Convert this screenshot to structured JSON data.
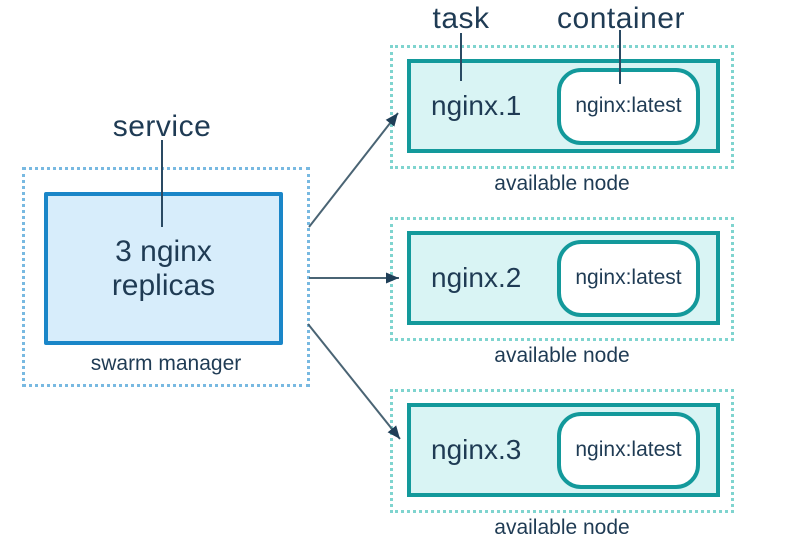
{
  "diagram": {
    "labels": {
      "service": "service",
      "task": "task",
      "container": "container"
    },
    "manager": {
      "box_text": "3 nginx replicas",
      "caption": "swarm manager"
    },
    "nodes": [
      {
        "task_name": "nginx.1",
        "container_image": "nginx:latest",
        "caption": "available node"
      },
      {
        "task_name": "nginx.2",
        "container_image": "nginx:latest",
        "caption": "available node"
      },
      {
        "task_name": "nginx.3",
        "container_image": "nginx:latest",
        "caption": "available node"
      }
    ],
    "colors": {
      "text": "#1f3b54",
      "service_border": "#1a86c8",
      "service_fill": "#d7edfb",
      "service_dotted": "#78b9e1",
      "node_border": "#13999b",
      "node_fill": "#d9f4f4",
      "node_dotted": "#7fd4cf",
      "arrow_line": "#4a6474",
      "arrow_head": "#1f3e57"
    }
  }
}
